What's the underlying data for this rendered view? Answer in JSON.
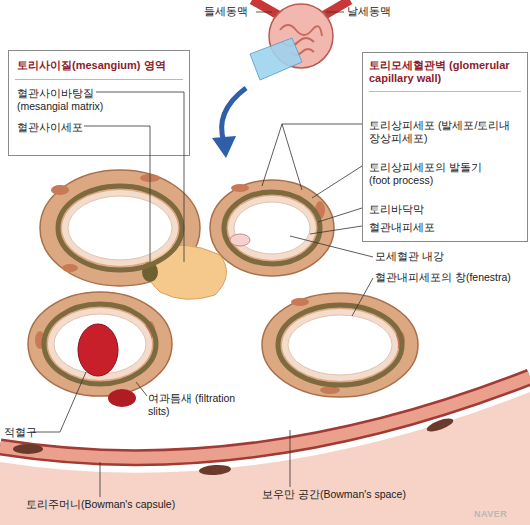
{
  "diagram": {
    "nodes": [
      {
        "text": [
          "토리사이질(mesangium) 영역",
          "혈관사이바탕질 (mesangial matrix)",
          "혈관사이세포"
        ]
      },
      {
        "text": [
          "토리모세혈관벽 (glomerular capillary wall)",
          "토리상피세포 (발세포/토리내장상피세포)",
          "토리상피세포의 발돌기 (foot process)",
          "토리바닥막",
          "혈관내피세포"
        ]
      }
    ],
    "labels": [
      "들세동맥",
      "날세동맥",
      "모세혈관 내강",
      "혈관내피세포의 창(fenestra)",
      "여과틈새 (filtration slits)",
      "적혈구",
      "토리주머니(Bowman's capsule)",
      "보우만 공간(Bowman's space)",
      "NAVER"
    ]
  }
}
